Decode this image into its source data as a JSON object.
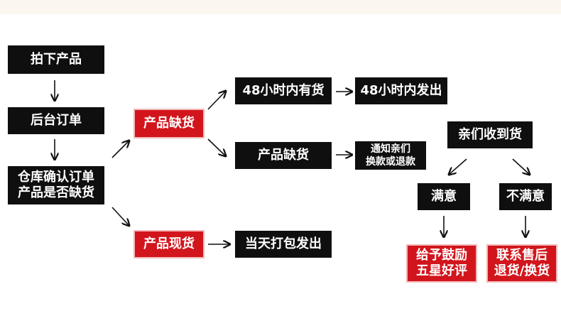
{
  "nodes": {
    "take_product": "拍下产品",
    "backend_order": "后台订单",
    "warehouse_confirm": "仓库确认订单\n产品是否缺货",
    "out_of_stock_red": "产品缺货",
    "in_stock_red": "产品现货",
    "restock_48h": "48小时内有货",
    "ship_48h": "48小时内发出",
    "out_of_stock_dark": "产品缺货",
    "notify_refund": "通知亲们\n换款或退款",
    "ship_same_day": "当天打包发出",
    "received": "亲们收到货",
    "satisfied": "满意",
    "unsatisfied": "不满意",
    "five_star": "给予鼓励\n五星好评",
    "after_sales": "联系售后\n退货/换货"
  },
  "colors": {
    "dark_box": "#0f0f0f",
    "red_box": "#d2151c",
    "text": "#ffffff",
    "arrow": "#111111"
  }
}
